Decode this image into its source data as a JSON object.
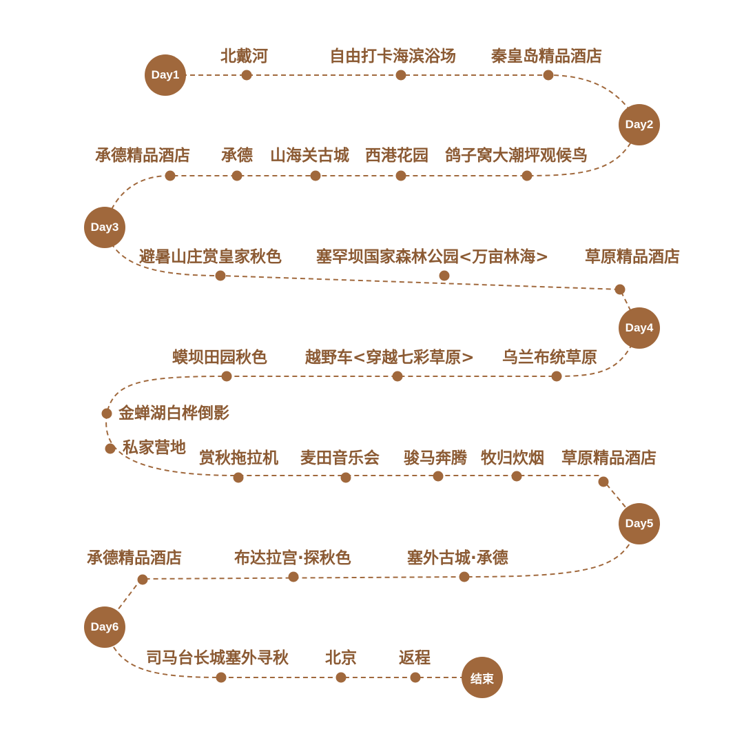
{
  "colors": {
    "accent": "#a0683c",
    "label": "#8b5a33",
    "line": "#a0683c"
  },
  "badges": {
    "day1": "Day1",
    "day2": "Day2",
    "day3": "Day3",
    "day4": "Day4",
    "day5": "Day5",
    "day6": "Day6",
    "end": "结束"
  },
  "stops": {
    "beidaihe": "北戴河",
    "beach": "自由打卡海滨浴场",
    "qhd_hotel": "秦皇岛精品酒店",
    "birds": "鸽子窝大潮坪观候鸟",
    "xigang": "西港花园",
    "shanhaiguan": "山海关古城",
    "chengde1": "承德",
    "cd_hotel1": "承德精品酒店",
    "bishu": "避暑山庄赏皇家秋色",
    "saihanba": "塞罕坝国家森林公园<万亩林海>",
    "grass_hotel1": "草原精品酒店",
    "wulanbutong": "乌兰布统草原",
    "offroad": "越野车<穿越七彩草原>",
    "huangba": "蟆坝田园秋色",
    "jinchan": "金蝉湖白桦倒影",
    "camp": "私家营地",
    "tractor": "赏秋拖拉机",
    "concert": "麦田音乐会",
    "horse": "骏马奔腾",
    "herd": "牧归炊烟",
    "grass_hotel2": "草原精品酒店",
    "saiwai": "塞外古城·承德",
    "budala": "布达拉宫·探秋色",
    "cd_hotel2": "承德精品酒店",
    "simatai": "司马台长城塞外寻秋",
    "beijing": "北京",
    "return": "返程"
  }
}
